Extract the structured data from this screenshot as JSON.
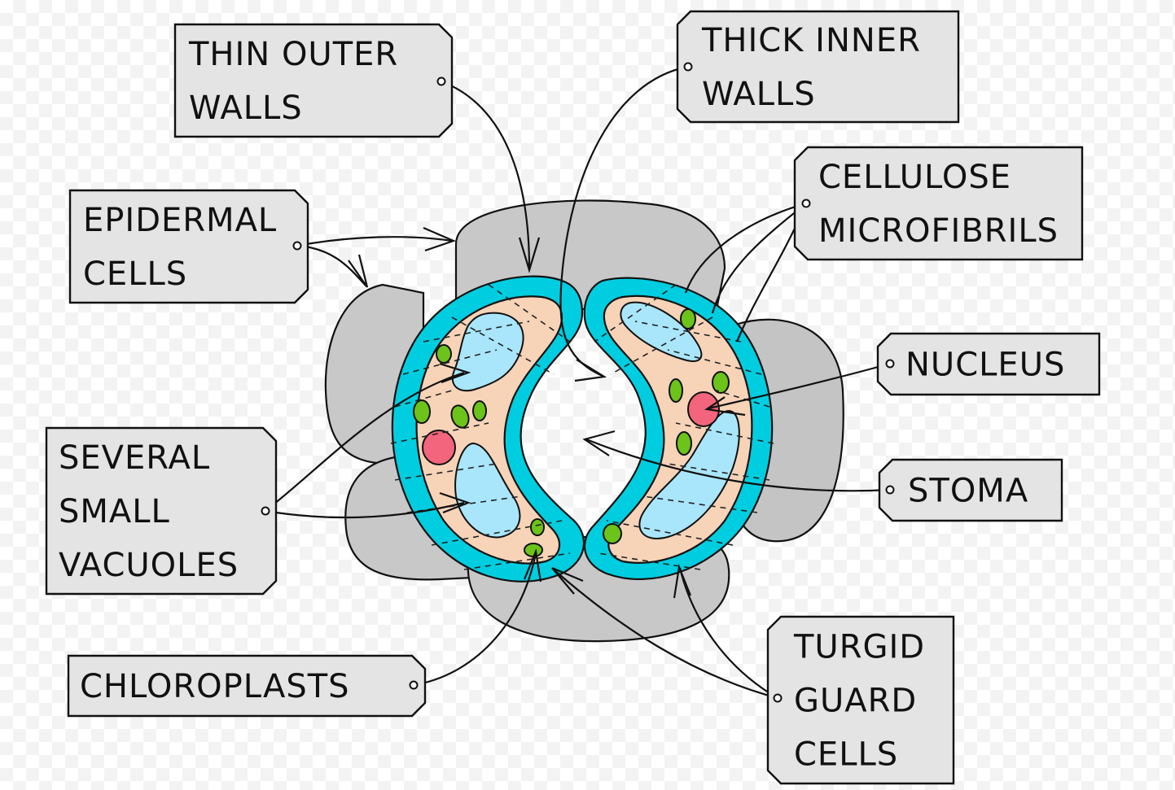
{
  "title": "Turgid guard cells of a stoma",
  "colors": {
    "epidermal_cell": "#c8c8c8",
    "cell_wall": "#00cde0",
    "cytoplasm": "#f7d3b8",
    "vacuole": "#a9e6fb",
    "chloroplast": "#6cc31a",
    "nucleus": "#f2657c",
    "tag_fill": "#e4e4e4",
    "outline": "#111111"
  },
  "labels": [
    {
      "id": "thin-outer-walls",
      "lines": [
        "THIN  OUTER",
        "WALLS"
      ]
    },
    {
      "id": "thick-inner-walls",
      "lines": [
        "THICK  INNER",
        "WALLS"
      ]
    },
    {
      "id": "epidermal-cells",
      "lines": [
        "EPIDERMAL",
        "CELLS"
      ]
    },
    {
      "id": "cellulose-microfibrils",
      "lines": [
        "CELLULOSE",
        "MICROFIBRILS"
      ]
    },
    {
      "id": "nucleus",
      "lines": [
        "NUCLEUS"
      ]
    },
    {
      "id": "several-small-vacuoles",
      "lines": [
        "SEVERAL",
        "SMALL",
        "VACUOLES"
      ]
    },
    {
      "id": "stoma",
      "lines": [
        "STOMA"
      ]
    },
    {
      "id": "chloroplasts",
      "lines": [
        "CHLOROPLASTS"
      ]
    },
    {
      "id": "turgid-guard-cells",
      "lines": [
        "TURGID",
        "GUARD",
        "CELLS"
      ]
    }
  ]
}
